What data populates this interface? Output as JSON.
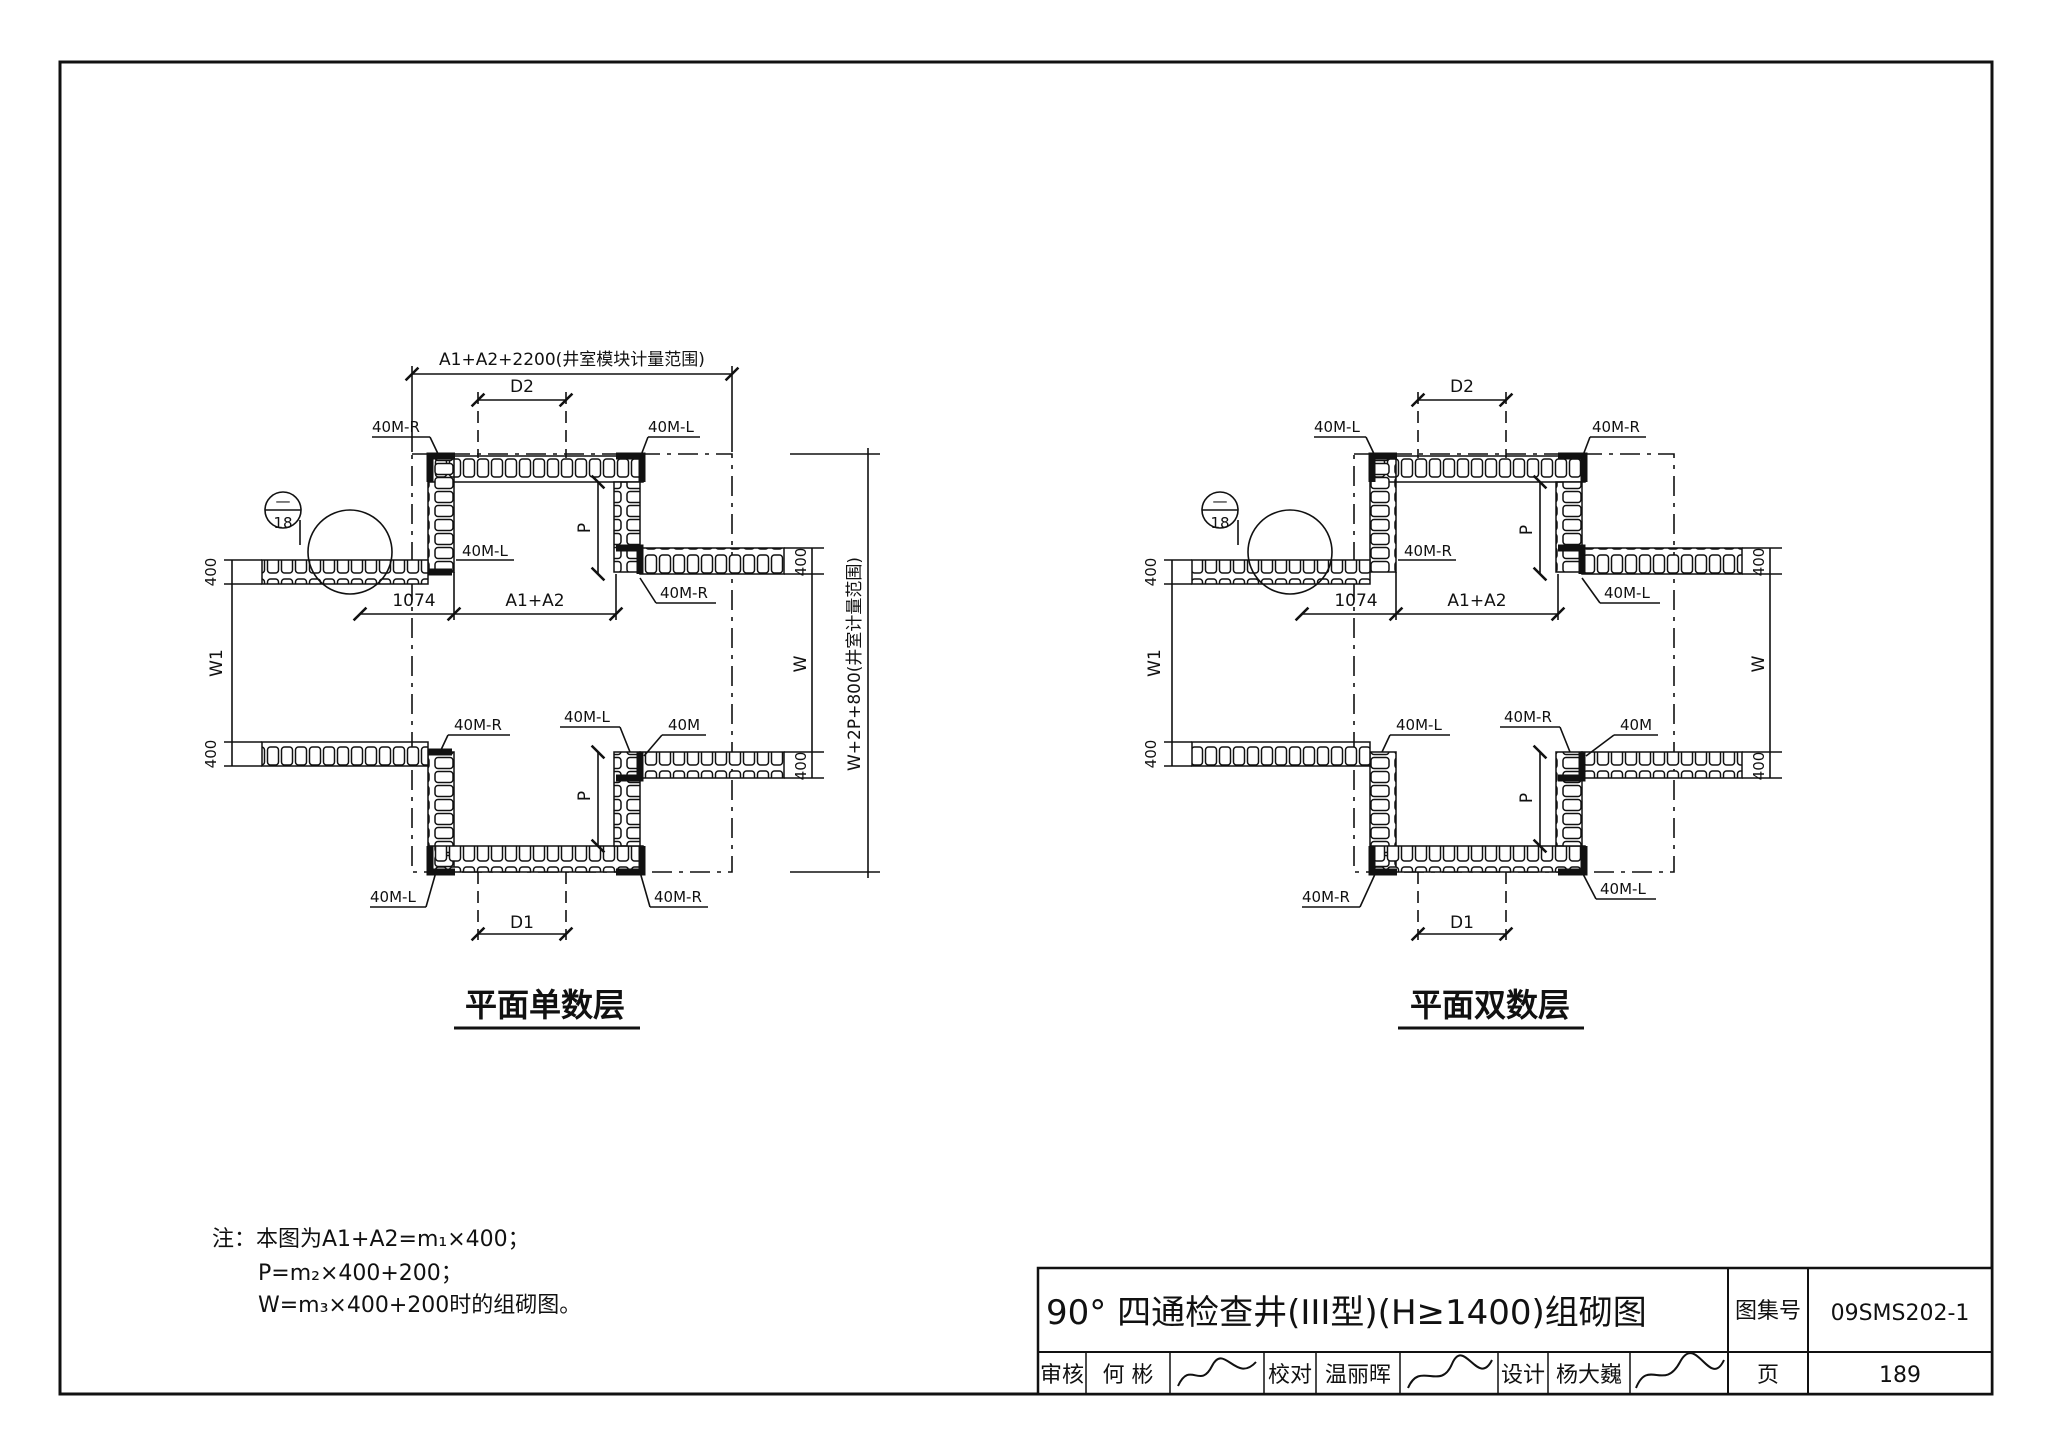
{
  "left_plan": {
    "top_dim": "A1+A2+2200(井室模块计量范围)",
    "d_top": "D2",
    "d_bottom": "D1",
    "tag_tl": "40M-R",
    "tag_tr": "40M-L",
    "tag_in_l": "40M-L",
    "tag_in_r": "40M-R",
    "tag_bl_inner": "40M-R",
    "tag_br_inner_a": "40M-L",
    "tag_br_inner_b": "40M",
    "tag_bot_l": "40M-L",
    "tag_bot_r": "40M-R",
    "detail_top": "—",
    "detail_bottom": "18",
    "dim_1074": "1074",
    "dim_a": "A1+A2",
    "dim_p": "P",
    "dim_400": "400",
    "dim_w1": "W1",
    "dim_w": "W",
    "right_total": "W+2P+800(井室计量范围)",
    "caption": "平面单数层"
  },
  "right_plan": {
    "d_top": "D2",
    "d_bottom": "D1",
    "tag_tl": "40M-L",
    "tag_tr": "40M-R",
    "tag_in_l": "40M-R",
    "tag_in_r": "40M-L",
    "tag_bl_inner": "40M-L",
    "tag_br_inner_a": "40M-R",
    "tag_br_inner_b": "40M",
    "tag_bot_l": "40M-R",
    "tag_bot_r": "40M-L",
    "detail_top": "—",
    "detail_bottom": "18",
    "dim_1074": "1074",
    "dim_a": "A1+A2",
    "dim_p": "P",
    "dim_400": "400",
    "dim_w1": "W1",
    "dim_w": "W",
    "caption": "平面双数层"
  },
  "notes": {
    "line1": "注：本图为A1+A2=m₁×400；",
    "line2": "P=m₂×400+200；",
    "line3": "W=m₃×400+200时的组砌图。"
  },
  "title_block": {
    "title": "90° 四通检查井(III型)(H≥1400)组砌图",
    "atlas_label": "图集号",
    "atlas_no": "09SMS202-1",
    "review_label": "审核",
    "reviewer": "何 彬",
    "check_label": "校对",
    "checker": "温丽晖",
    "design_label": "设计",
    "designer": "杨大巍",
    "page_label": "页",
    "page_no": "189"
  }
}
